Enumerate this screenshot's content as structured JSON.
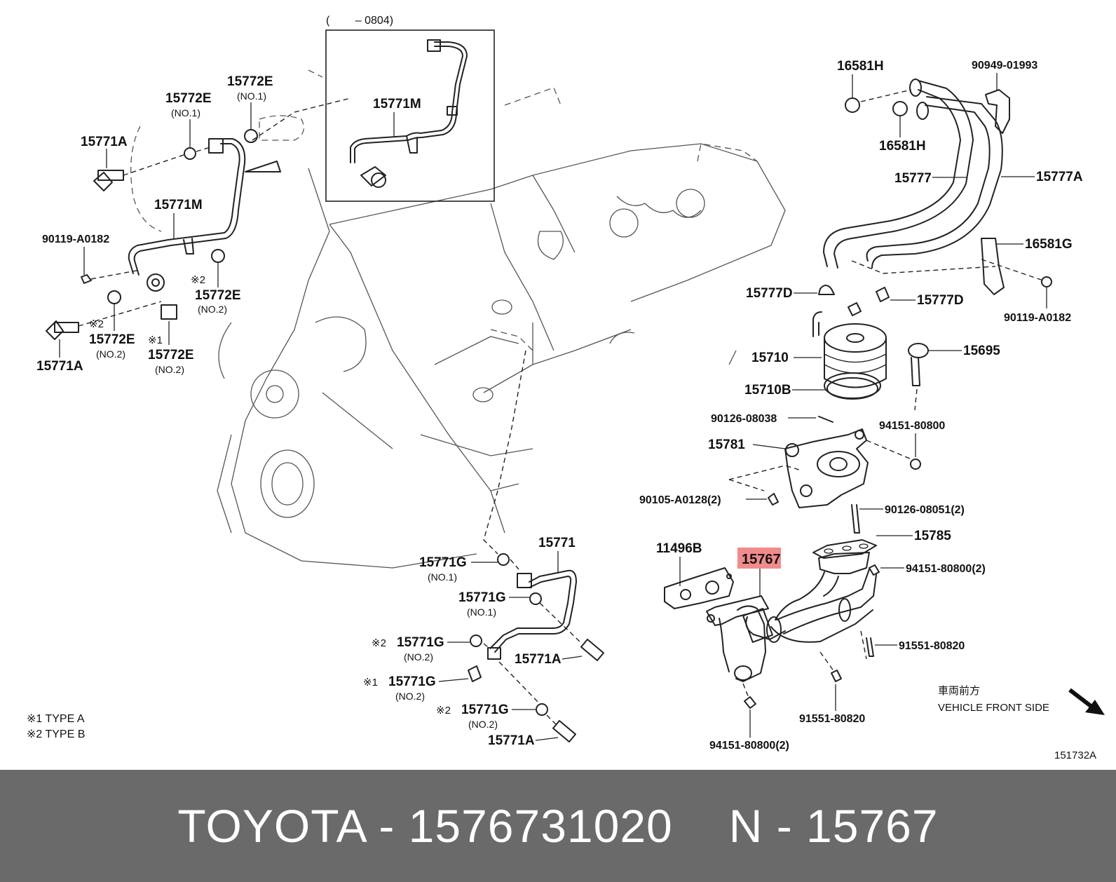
{
  "highlight_color": "#f28b8b",
  "footer_bg": "#6a6a6a",
  "inset_label": "(　　 – 0804)",
  "labels": {
    "p15771M_inset": "15771M",
    "p15772E_a": "15772E",
    "p15772E_a_sub": "(NO.1)",
    "p15772E_b": "15772E",
    "p15772E_b_sub": "(NO.1)",
    "p15771A_top": "15771A",
    "p15771M": "15771M",
    "p90119_left": "90119-A0182",
    "p15772E_c_mark": "※2",
    "p15772E_c": "15772E",
    "p15772E_c_sub": "(NO.2)",
    "p15772E_d_mark": "※2",
    "p15772E_d": "15772E",
    "p15772E_d_sub": "(NO.2)",
    "p15772E_e_mark": "※1",
    "p15772E_e": "15772E",
    "p15772E_e_sub": "(NO.2)",
    "p15771A_left": "15771A",
    "p16581H_a": "16581H",
    "p90949": "90949-01993",
    "p16581H_b": "16581H",
    "p15777": "15777",
    "p15777A": "15777A",
    "p16581G": "16581G",
    "p90119_right": "90119-A0182",
    "p15777D_a": "15777D",
    "p15777D_b": "15777D",
    "p15710": "15710",
    "p15695": "15695",
    "p15710B": "15710B",
    "p90126_08038": "90126-08038",
    "p94151_a": "94151-80800",
    "p15781": "15781",
    "p90105": "90105-A0128(2)",
    "p90126_08051": "90126-08051(2)",
    "p15785": "15785",
    "p11496B": "11496B",
    "p15767": "15767",
    "p94151_b": "94151-80800(2)",
    "p15771": "15771",
    "p15771G_a": "15771G",
    "p15771G_a_sub": "(NO.1)",
    "p15771G_b": "15771G",
    "p15771G_b_sub": "(NO.1)",
    "p15771G_c_mark": "※2",
    "p15771G_c": "15771G",
    "p15771G_c_sub": "(NO.2)",
    "p15771A_mid": "15771A",
    "p15771G_d_mark": "※1",
    "p15771G_d": "15771G",
    "p15771G_d_sub": "(NO.2)",
    "p15771G_e_mark": "※2",
    "p15771G_e": "15771G",
    "p15771G_e_sub": "(NO.2)",
    "p15771A_bot": "15771A",
    "p91551_a": "91551-80820",
    "p91551_b": "91551-80820",
    "p94151_c": "94151-80800(2)"
  },
  "legend": {
    "type_a": "※1 TYPE A",
    "type_b": "※2 TYPE B"
  },
  "direction": {
    "jp": "車両前方",
    "en": "VEHICLE FRONT SIDE"
  },
  "figure_code": "151732A",
  "footer": {
    "brand_part": "TOYOTA - 1576731020",
    "ref": "N - 15767"
  }
}
